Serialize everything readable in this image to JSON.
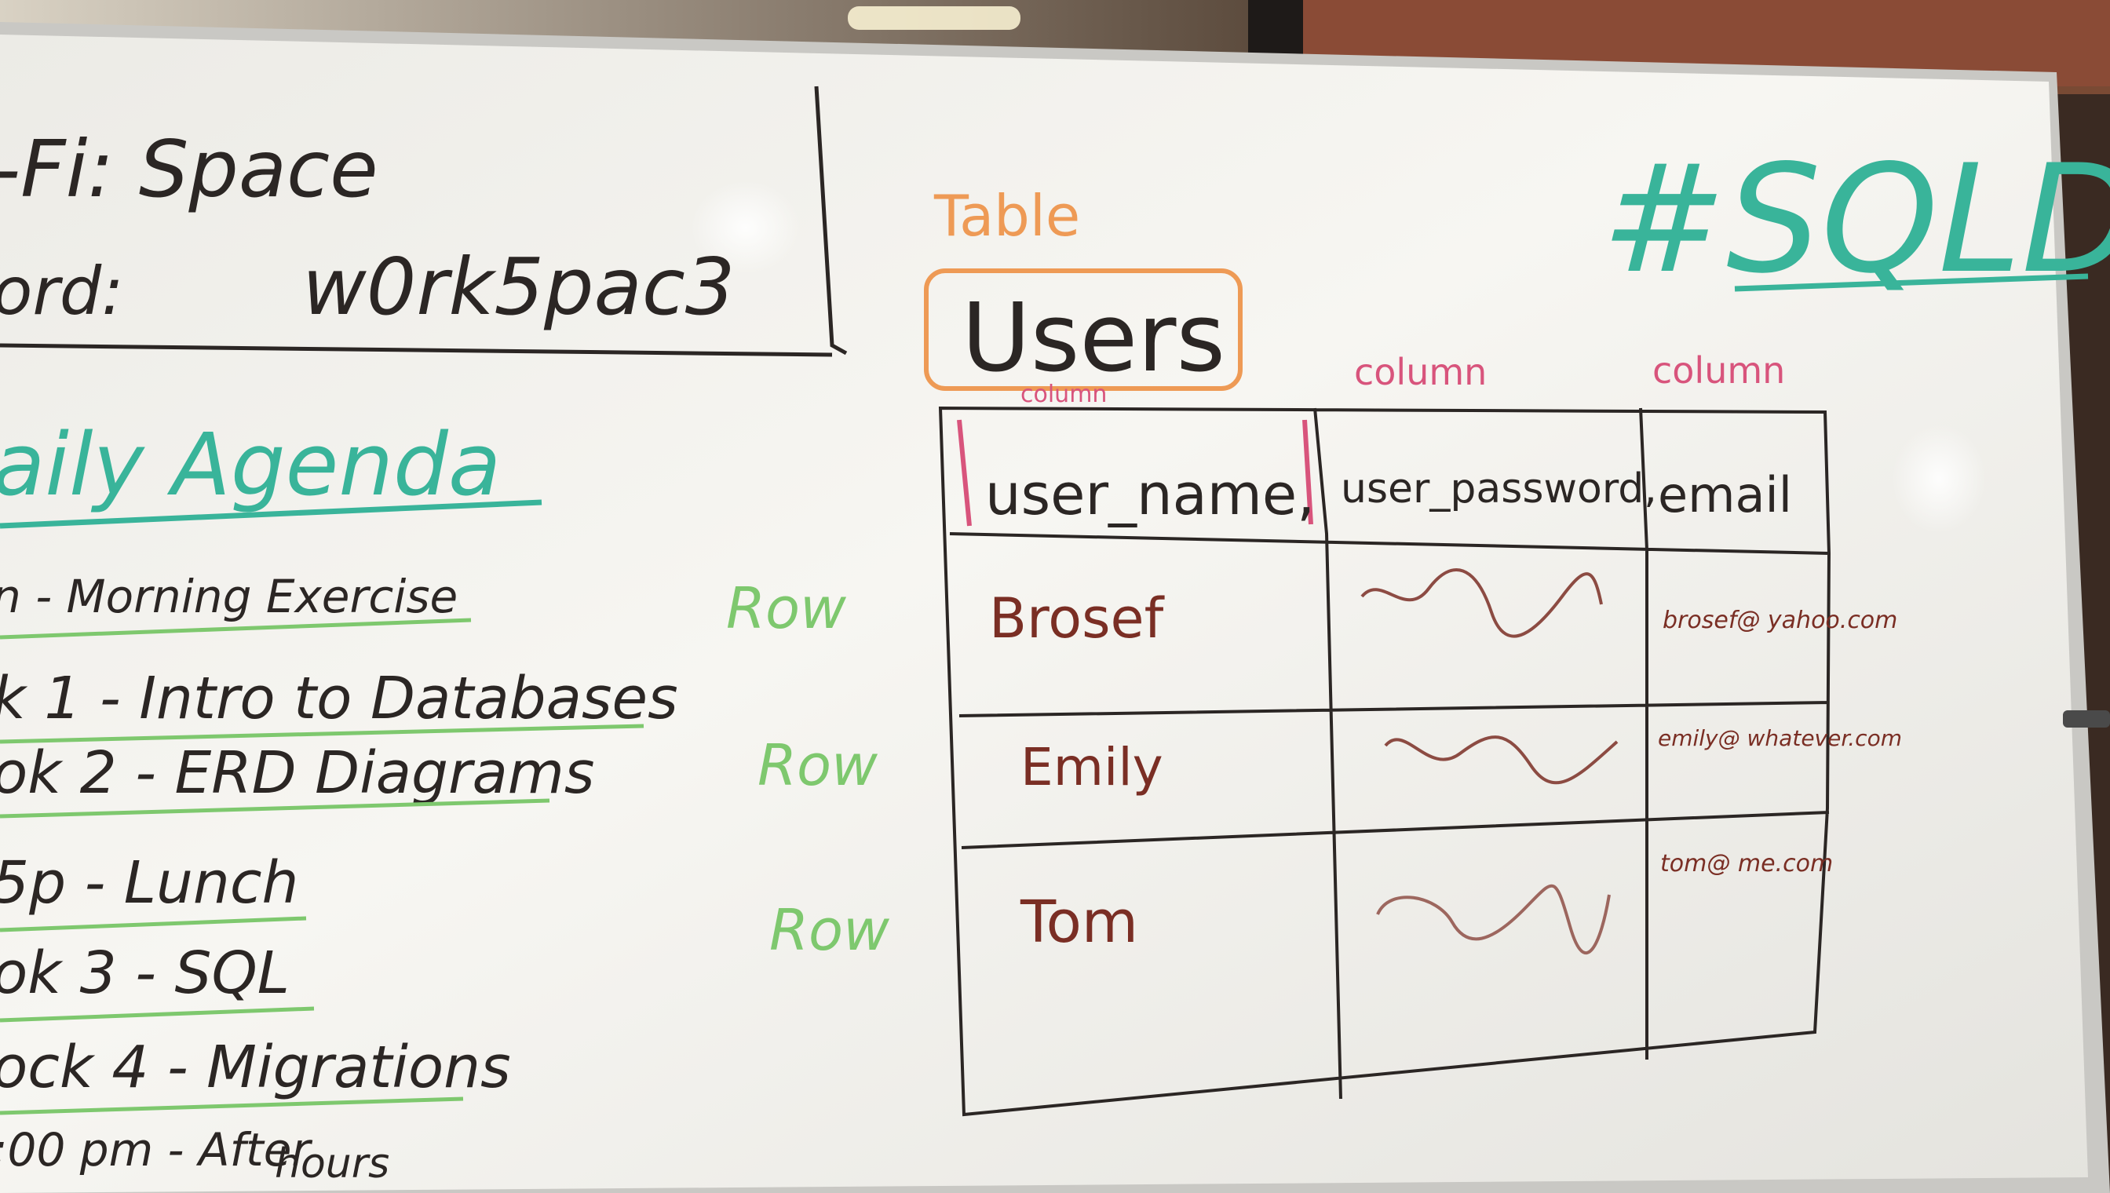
{
  "wifi": {
    "network_line": "-Fi: Space",
    "password_line": "ord:",
    "password_value": "w0rk5pac3"
  },
  "agenda": {
    "title": "aily Agenda",
    "items": [
      "n - Morning Exercise",
      "k 1 - Intro to Databases",
      "ok 2 - ERD Diagrams",
      "5p - Lunch",
      "ok 3 - SQL",
      "ock 4 - Migrations",
      ":00 pm - After",
      "hours"
    ]
  },
  "hashtag": "#SQLDay",
  "diagram": {
    "table_label": "Table",
    "table_name": "Users",
    "column_labels": [
      "column",
      "column",
      "column"
    ],
    "row_labels": [
      "Row",
      "Row",
      "Row"
    ],
    "headers": [
      "user_name,",
      "user_password,",
      "email"
    ],
    "names": [
      "Brosef",
      "Emily",
      "Tom"
    ],
    "emails": [
      "brosef@ yahoo.com",
      "emily@ whatever.com",
      "tom@ me.com"
    ]
  },
  "colors": {
    "board": "#f2f1ec",
    "black_marker": "#2b2624",
    "green_marker": "#7ec86e",
    "teal_marker": "#39b49a",
    "orange_marker": "#ee9a55",
    "pink_marker": "#d8547c",
    "brown_marker": "#7a2e24"
  }
}
